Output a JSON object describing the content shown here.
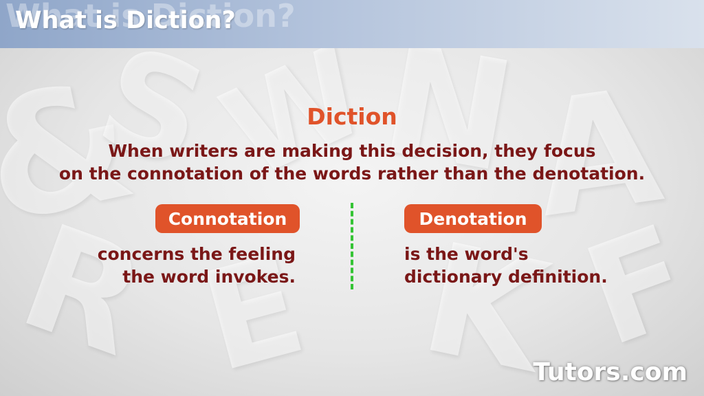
{
  "header": {
    "title": "What is Diction?",
    "title_ghost": "What is Diction?"
  },
  "main": {
    "heading": "Diction",
    "sentence_line1": "When writers are making this decision, they focus",
    "sentence_line2": "on the connotation of the words rather than the denotation."
  },
  "left_column": {
    "label": "Connotation",
    "line1": "concerns the feeling",
    "line2": "the word invokes."
  },
  "right_column": {
    "label": "Denotation",
    "line1": "is the word's",
    "line2": "dictionary definition."
  },
  "branding": {
    "logo": "Tutors.com"
  },
  "colors": {
    "accent": "#e0532a",
    "text": "#7a1717",
    "divider": "#35c435",
    "header": "#8fa6c9"
  }
}
